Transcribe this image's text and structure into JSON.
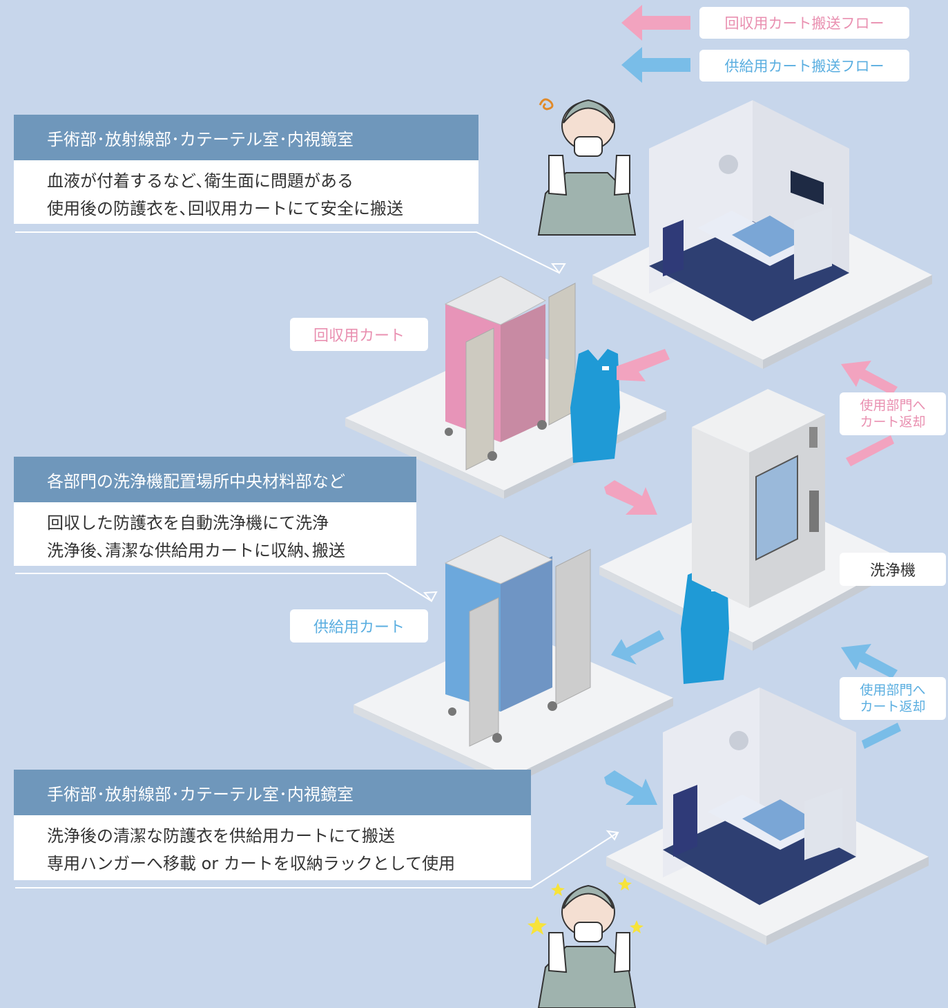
{
  "legend": {
    "collect_flow": "回収用カート搬送フロー",
    "supply_flow": "供給用カート搬送フロー",
    "pink": "#f2a3bf",
    "blue": "#79bde8"
  },
  "panels": [
    {
      "title": "手術部･放射線部･カテーテル室･内視鏡室",
      "lines": [
        "血液が付着するなど､衛生面に問題がある",
        "使用後の防護衣を､回収用カートにて安全に搬送"
      ]
    },
    {
      "title": "各部門の洗浄機配置場所中央材料部など",
      "lines": [
        "回収した防護衣を自動洗浄機にて洗浄",
        "洗浄後､清潔な供給用カートに収納､搬送"
      ]
    },
    {
      "title": "手術部･放射線部･カテーテル室･内視鏡室",
      "lines": [
        "洗浄後の清潔な防護衣を供給用カートにて搬送",
        "専用ハンガーへ移載 or カートを収納ラックとして使用"
      ]
    }
  ],
  "labels": {
    "collect_cart": "回収用カート",
    "supply_cart": "供給用カート",
    "washer": "洗浄機",
    "return_pink": [
      "使用部門へ",
      "カート返却"
    ],
    "return_blue": [
      "使用部門へ",
      "カート返却"
    ]
  },
  "icons": [
    "confused-staff-icon",
    "operating-room-icon",
    "collection-cart-icon",
    "gown-icon",
    "washer-icon",
    "supply-cart-icon",
    "happy-staff-icon"
  ]
}
